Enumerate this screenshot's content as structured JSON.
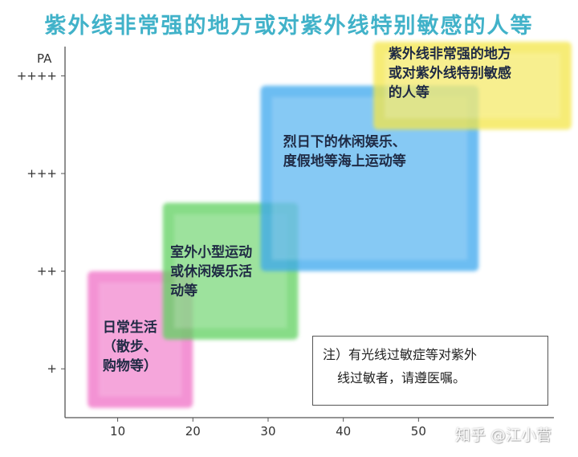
{
  "title": "紫外线非常强的地方或对紫外线特别敏感的人等",
  "chart_data": {
    "type": "area",
    "y_axis_label": "PA",
    "y_ticks": [
      "+",
      "++",
      "+++",
      "++++"
    ],
    "x_ticks": [
      10,
      20,
      30,
      40,
      50
    ],
    "xlim": [
      3,
      68
    ],
    "ylim": [
      0.5,
      4.3
    ],
    "regions": [
      {
        "id": "daily",
        "lines": [
          "日常生活",
          "（散步、",
          "购物等）"
        ],
        "x": [
          6,
          20
        ],
        "y": [
          0.6,
          2.0
        ],
        "color": "#f06fc6",
        "text_at": [
          8,
          1.38
        ]
      },
      {
        "id": "outdoor",
        "lines": [
          "室外小型运动",
          "或休闲娱乐活",
          "动等"
        ],
        "x": [
          16,
          34
        ],
        "y": [
          1.3,
          2.7
        ],
        "color": "#5ed15f",
        "text_at": [
          17,
          2.15
        ]
      },
      {
        "id": "sunny",
        "lines": [
          "烈日下的休闲娱乐、",
          "度假地等海上运动等"
        ],
        "x": [
          29,
          58
        ],
        "y": [
          2.0,
          3.9
        ],
        "color": "#3aa7ee",
        "text_at": [
          32,
          3.28
        ]
      },
      {
        "id": "extreme",
        "lines": [
          "紫外线非常强的地方",
          "或对紫外线特别敏感",
          "的人等"
        ],
        "x": [
          44,
          71
        ],
        "y": [
          3.45,
          4.35
        ],
        "color": "#f4e64a",
        "text_at": [
          46,
          4.18
        ]
      }
    ]
  },
  "note": {
    "lines": [
      "注）有光线过敏症等对紫外",
      "线过敏者，请遵医嘱。"
    ]
  },
  "watermark": "知乎 @江小菅"
}
